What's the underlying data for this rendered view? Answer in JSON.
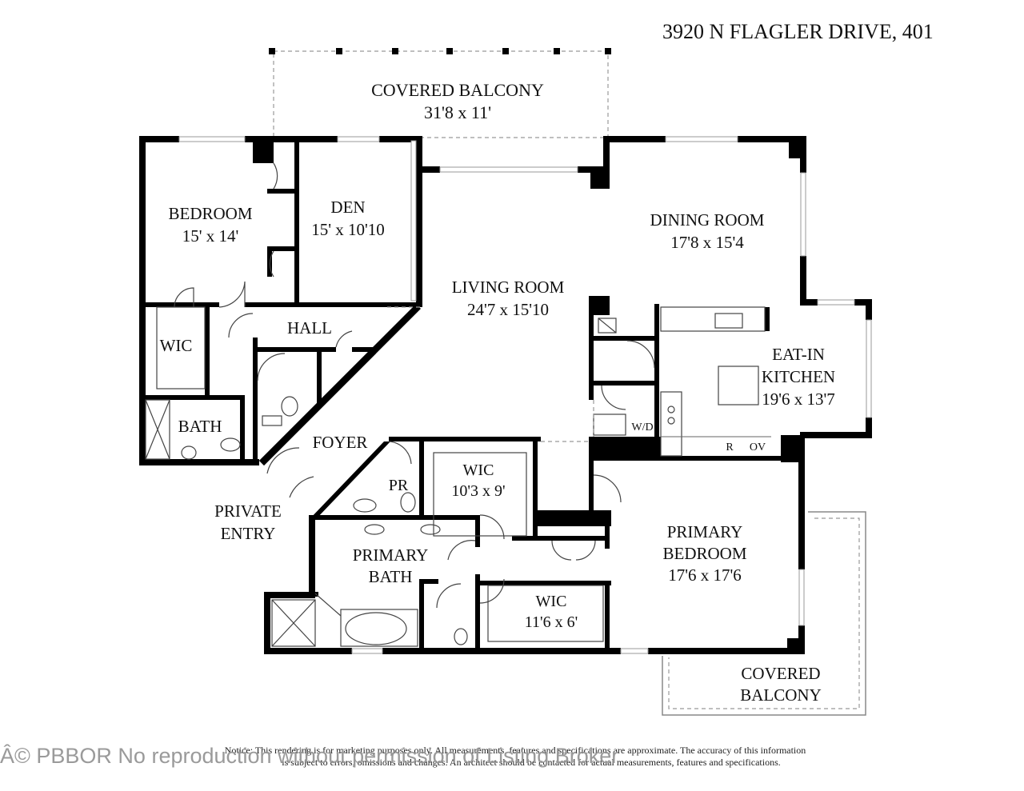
{
  "address": "3920 N FLAGLER DRIVE, 401",
  "rooms": {
    "covered_balcony_top": {
      "name": "COVERED BALCONY",
      "size": "31'8 x 11'"
    },
    "bedroom": {
      "name": "BEDROOM",
      "size": "15' x 14'"
    },
    "den": {
      "name": "DEN",
      "size": "15' x 10'10"
    },
    "dining_room": {
      "name": "DINING ROOM",
      "size": "17'8 x 15'4"
    },
    "living_room": {
      "name": "LIVING ROOM",
      "size": "24'7 x 15'10"
    },
    "hall": {
      "name": "HALL"
    },
    "wic_bedroom": {
      "name": "WIC"
    },
    "eat_in_kitchen": {
      "name_line1": "EAT-IN",
      "name_line2": "KITCHEN",
      "size": "19'6 x 13'7"
    },
    "bath": {
      "name": "BATH"
    },
    "foyer": {
      "name": "FOYER"
    },
    "wd": {
      "name": "W/D"
    },
    "refrigerator": {
      "name": "R"
    },
    "oven": {
      "name": "OV"
    },
    "pr": {
      "name": "PR"
    },
    "wic_center": {
      "name": "WIC",
      "size": "10'3 x 9'"
    },
    "private_entry": {
      "line1": "PRIVATE",
      "line2": "ENTRY"
    },
    "primary_bedroom": {
      "name_line1": "PRIMARY",
      "name_line2": "BEDROOM",
      "size": "17'6 x 17'6"
    },
    "primary_bath": {
      "name_line1": "PRIMARY",
      "name_line2": "BATH"
    },
    "wic_primary": {
      "name": "WIC",
      "size": "11'6 x 6'"
    },
    "covered_balcony_bottom": {
      "line1": "COVERED",
      "line2": "BALCONY"
    }
  },
  "notice": {
    "line1": "Notice: This rendering is for marketing purposes only. All measurements, features and specifications are approximate. The accuracy of this information",
    "line2": "is subject to errors, omissions and changes. An architect should be contacted for actual measurements, features and specifications."
  },
  "watermark": "Â© PBBOR No reproduction without permission of Listing Broker"
}
